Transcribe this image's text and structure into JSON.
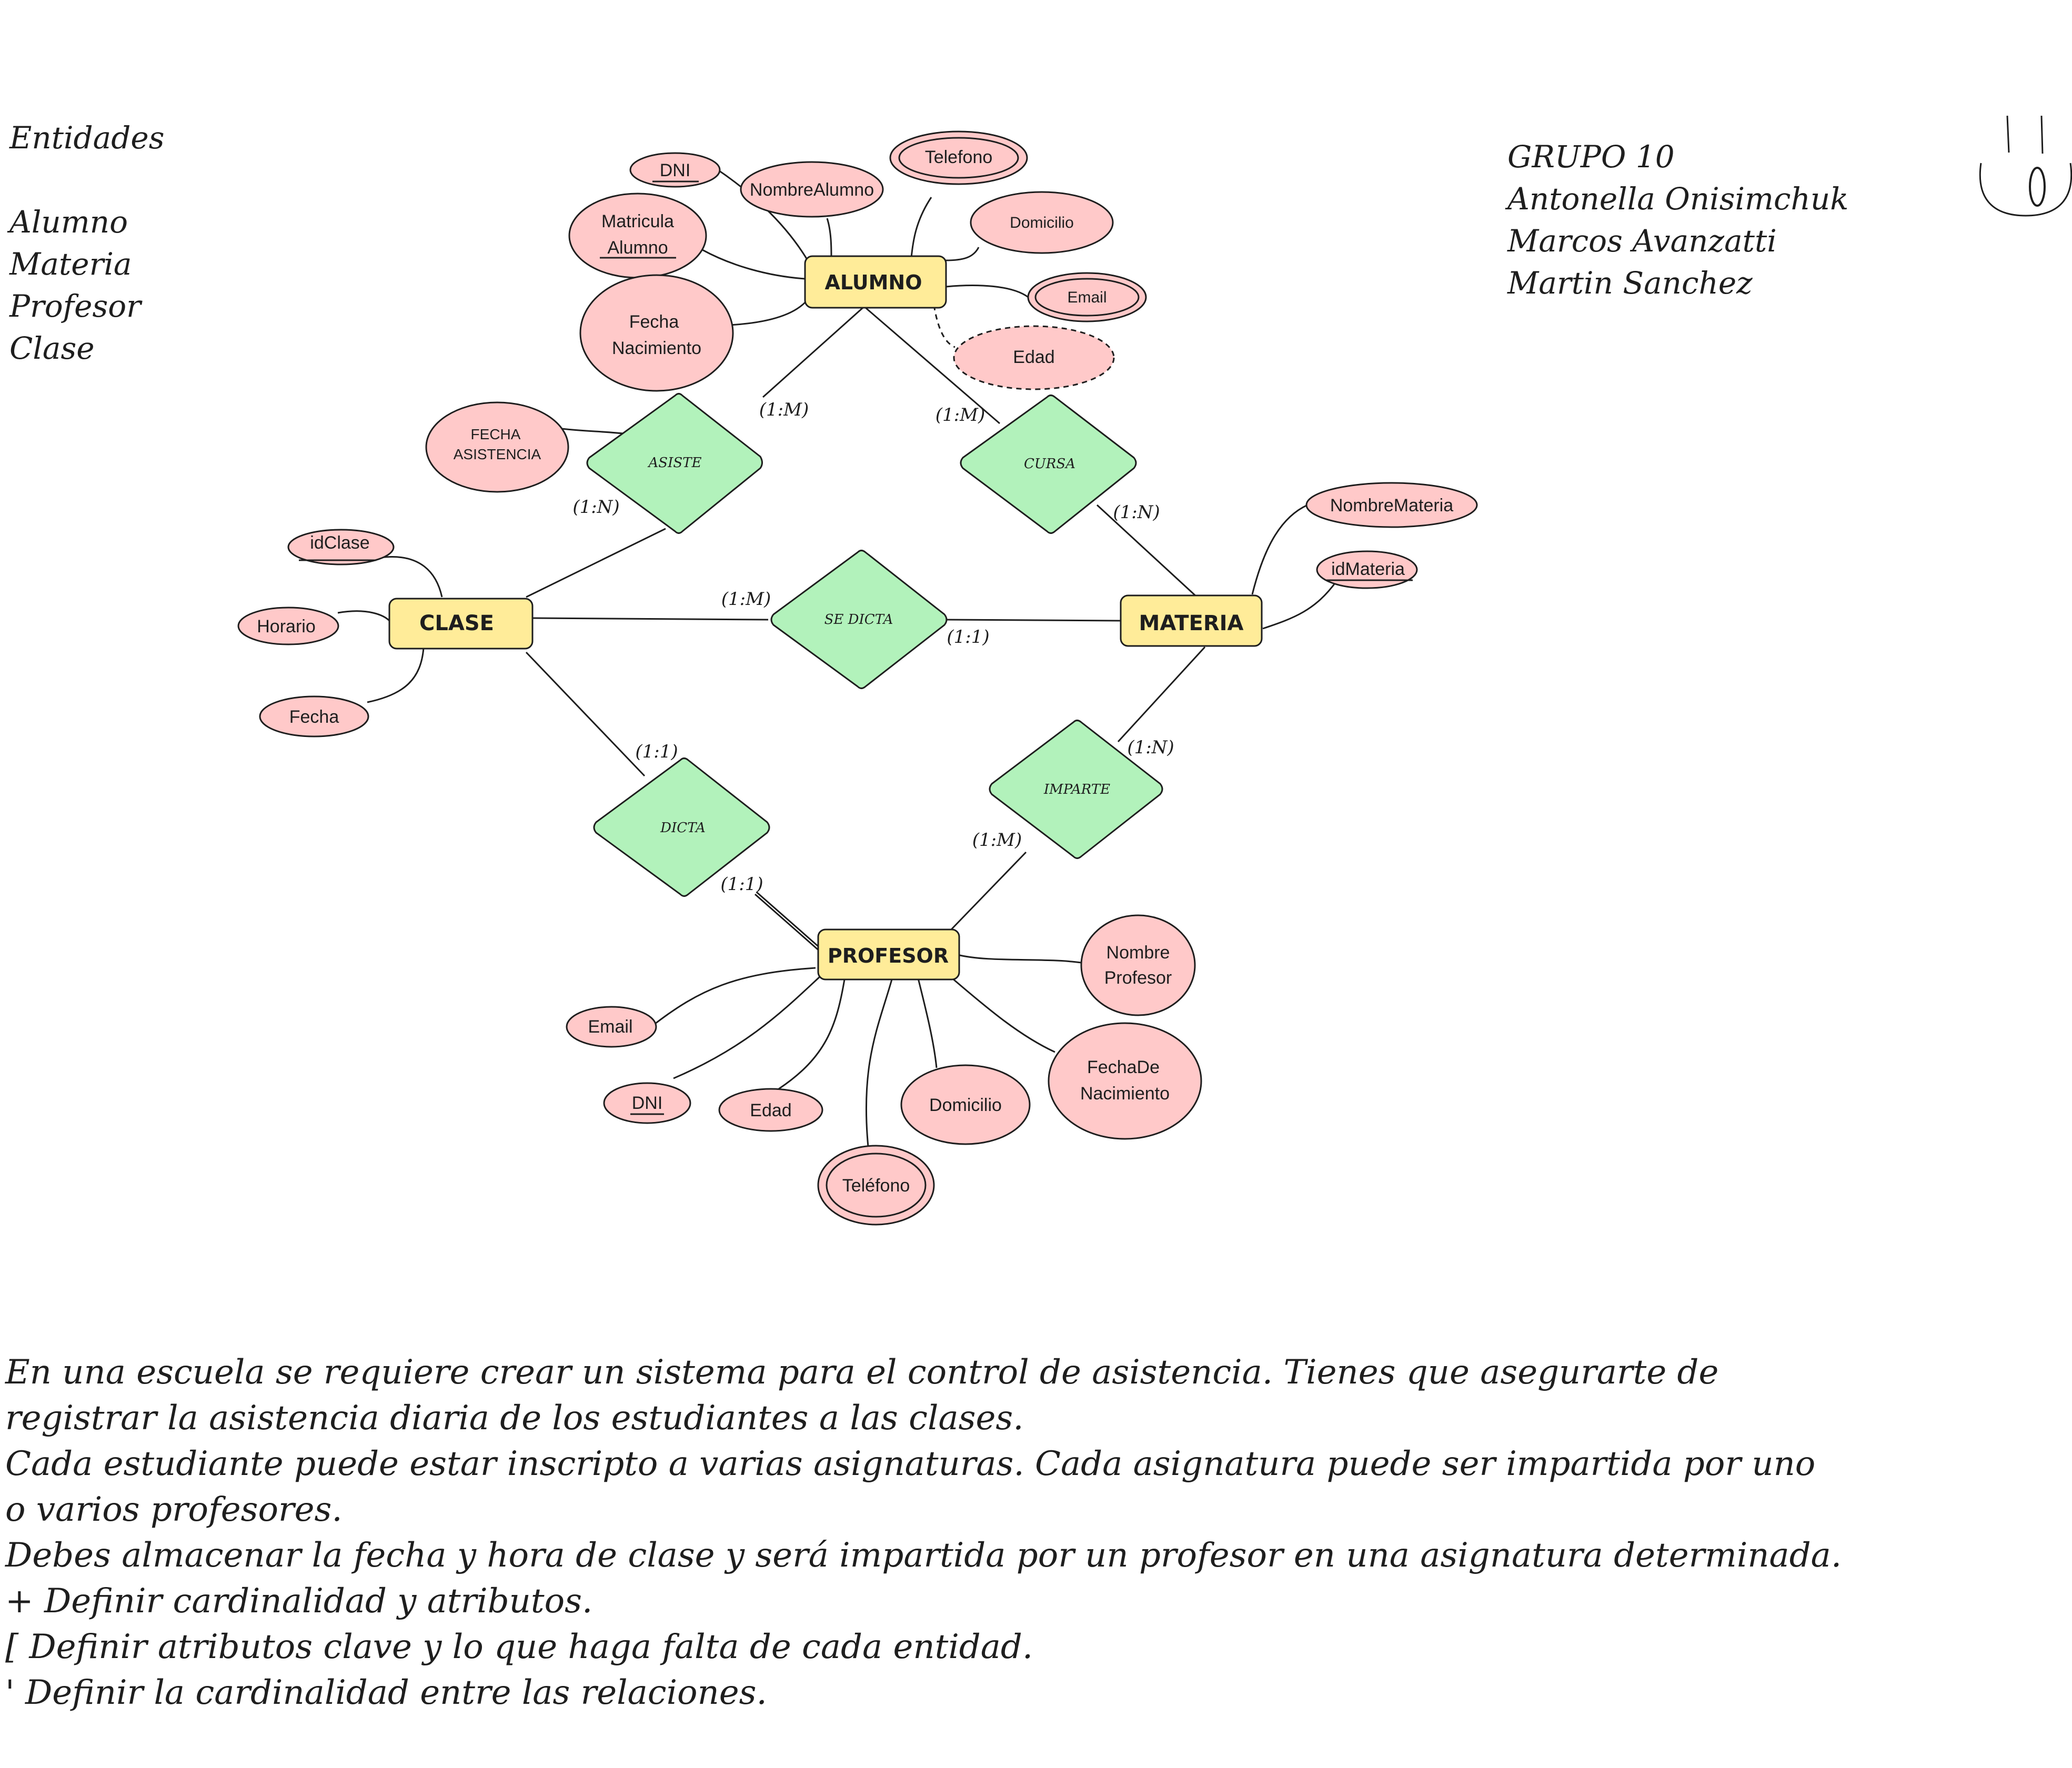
{
  "entities_list": {
    "title": "Entidades",
    "items": [
      "Alumno",
      "Materia",
      "Profesor",
      "Clase"
    ]
  },
  "group": {
    "name": "GRUPO 10",
    "members": [
      "Antonella Onisimchuk",
      "Marcos Avanzatti",
      "Martin Sanchez"
    ]
  },
  "entities": {
    "alumno": "ALUMNO",
    "clase": "CLASE",
    "materia": "MATERIA",
    "profesor": "PROFESOR"
  },
  "relationships": {
    "asiste": "ASISTE",
    "cursa": "CURSA",
    "se_dicta": "SE DICTA",
    "dicta": "DICTA",
    "imparte": "IMPARTE"
  },
  "attributes": {
    "alumno": {
      "dni": "DNI",
      "nombre": "NombreAlumno",
      "telefono": "Telefono",
      "matricula_1": "Matricula",
      "matricula_2": "Alumno",
      "domicilio": "Domicilio",
      "email": "Email",
      "fecha_1": "Fecha",
      "fecha_2": "Nacimiento",
      "edad": "Edad"
    },
    "asiste": {
      "fecha_1": "FECHA",
      "fecha_2": "ASISTENCIA"
    },
    "clase": {
      "id": "idClase",
      "horario": "Horario",
      "fecha": "Fecha"
    },
    "materia": {
      "nombre": "NombreMateria",
      "id": "idMateria"
    },
    "profesor": {
      "nombre_1": "Nombre",
      "nombre_2": "Profesor",
      "fecha_1": "FechaDe",
      "fecha_2": "Nacimiento",
      "email": "Email",
      "dni": "DNI",
      "edad": "Edad",
      "domicilio": "Domicilio",
      "telefono": "Teléfono"
    }
  },
  "cardinalities": {
    "alumno_asiste": "(1:M)",
    "asiste_clase": "(1:N)",
    "alumno_cursa": "(1:M)",
    "cursa_materia": "(1:N)",
    "clase_sedicta": "(1:M)",
    "sedicta_materia": "(1:1)",
    "clase_dicta": "(1:1)",
    "dicta_profesor": "(1:1)",
    "materia_imparte": "(1:N)",
    "imparte_profesor": "(1:M)"
  },
  "description": [
    "En una escuela se requiere crear un sistema para el control de asistencia. Tienes que asegurarte de",
    "registrar la asistencia diaria de los estudiantes a las clases.",
    "Cada estudiante puede estar inscripto a varias asignaturas. Cada asignatura puede ser impartida por uno",
    "o varios profesores.",
    "Debes almacenar la fecha y hora de clase y será impartida por un profesor en una asignatura determinada.",
    "+ Definir cardinalidad y atributos.",
    "[ Definir atributos clave y lo que haga falta de cada entidad.",
    "' Definir la cardinalidad entre las relaciones."
  ]
}
